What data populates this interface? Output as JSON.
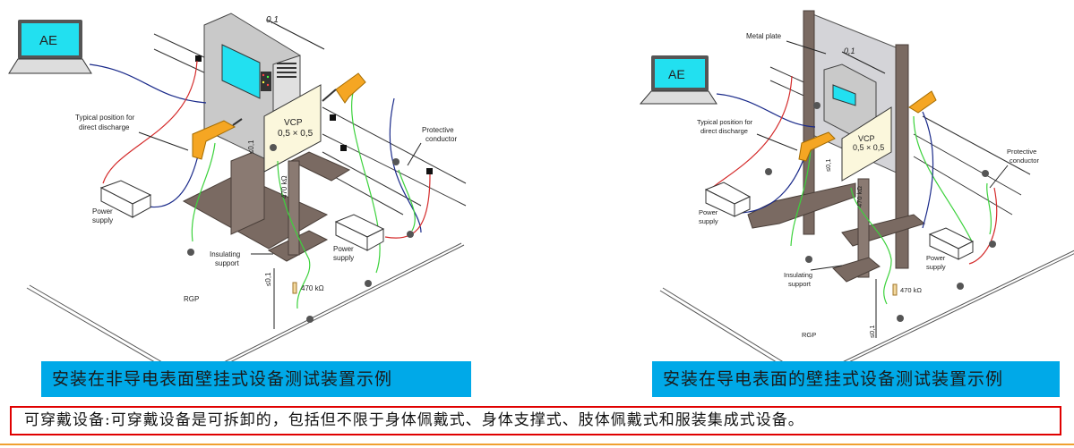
{
  "left_diagram": {
    "monitor_label": "AE",
    "dimension_top": "0,1",
    "direct_discharge_label_line1": "Typical position for",
    "direct_discharge_label_line2": "direct discharge",
    "vcp_label": "VCP",
    "vcp_size": "0,5 × 0,5",
    "distance_vertical": "≤0,1",
    "resistor_vertical": "470 kΩ",
    "power_supply_left_line1": "Power",
    "power_supply_left_line2": "supply",
    "power_supply_right_line1": "Power",
    "power_supply_right_line2": "supply",
    "insulating_line1": "Insulating",
    "insulating_line2": "support",
    "distance_bottom": "≤0,1",
    "resistor_bottom": "470 kΩ",
    "rgp_label": "RGP",
    "protective_line1": "Protective",
    "protective_line2": "conductor"
  },
  "right_diagram": {
    "metal_plate_label": "Metal plate",
    "monitor_label": "AE",
    "dimension_top": "0,1",
    "direct_discharge_label_line1": "Typical position for",
    "direct_discharge_label_line2": "direct discharge",
    "vcp_label": "VCP",
    "vcp_size": "0,5 × 0,5",
    "distance_vertical": "≤0,1",
    "resistor_vertical": "470 kΩ",
    "power_supply_left_line1": "Power",
    "power_supply_left_line2": "supply",
    "power_supply_right_line1": "Power",
    "power_supply_right_line2": "supply",
    "insulating_line1": "Insulating",
    "insulating_line2": "support",
    "distance_bottom": "≤0,1",
    "resistor_bottom": "470 kΩ",
    "rgp_label": "RGP",
    "protective_line1": "Protective",
    "protective_line2": "conductor"
  },
  "captions": {
    "left": "安装在非导电表面壁挂式设备测试装置示例",
    "right": "安装在导电表面的壁挂式设备测试装置示例"
  },
  "note": "可穿戴设备:可穿戴设备是可拆卸的，包括但不限于身体佩戴式、身体支撑式、肢体佩戴式和服装集成式设备。",
  "colors": {
    "caption_bg": "#00a9e8",
    "note_border": "#e00000",
    "bottom_rule": "#f0a030",
    "support_brown": "#7a6a62",
    "screen_cyan": "#22e0f0",
    "gun_orange": "#f5a623",
    "vcp_fill": "#fbf7dc"
  }
}
